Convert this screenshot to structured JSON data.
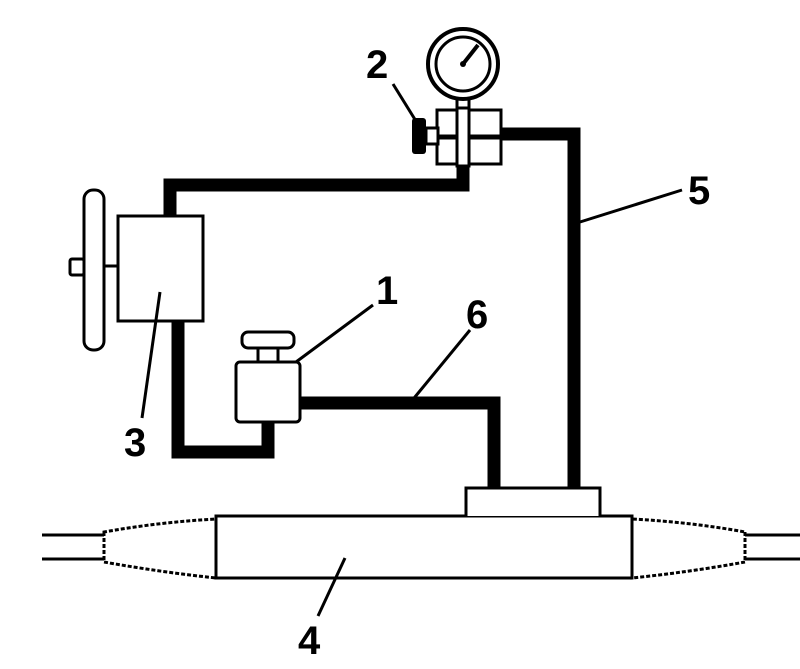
{
  "callouts": {
    "c1": "1",
    "c2": "2",
    "c3": "3",
    "c4": "4",
    "c5": "5",
    "c6": "6"
  },
  "colors": {
    "line": "#000000",
    "fill": "#ffffff"
  }
}
